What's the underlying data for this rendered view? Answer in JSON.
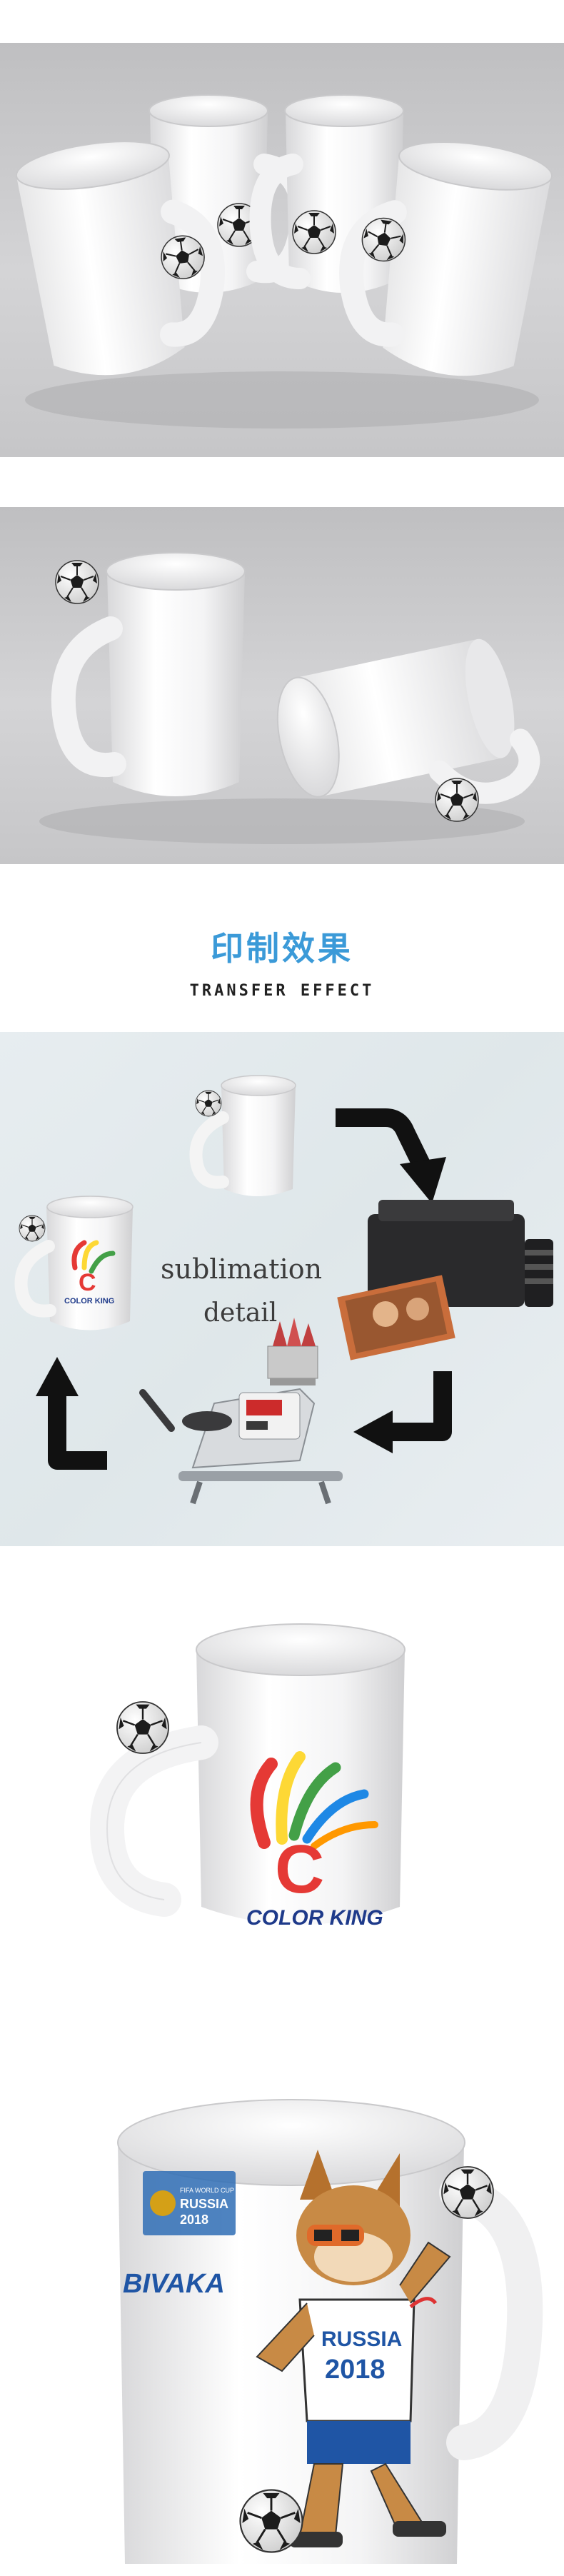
{
  "section_title": {
    "chinese": "印制效果",
    "english": "TRANSFER EFFECT"
  },
  "process_diagram": {
    "line1": "sublimation",
    "line2": "detail"
  },
  "logo": {
    "letter": "C",
    "brand": "COLOR KING",
    "colors": [
      "#e53935",
      "#fdd835",
      "#43a047",
      "#1e88e5",
      "#ff9800",
      "#9c27b0"
    ]
  },
  "mug_print": {
    "side_text": "BIVAKA",
    "badge_line1": "FIFA WORLD CUP",
    "badge_line2": "RUSSIA",
    "badge_line3": "2018",
    "shirt_line1": "RUSSIA",
    "shirt_line2": "2018"
  }
}
